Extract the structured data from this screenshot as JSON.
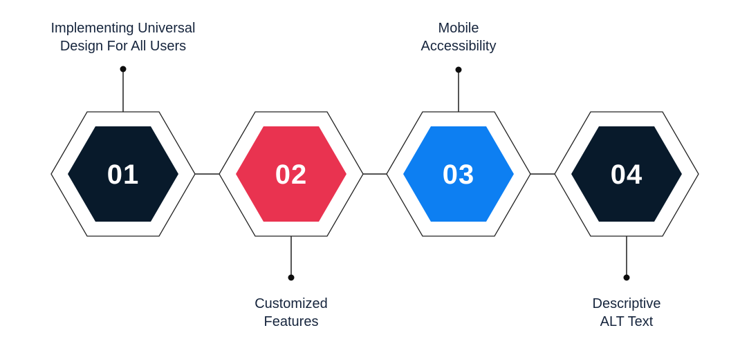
{
  "diagram": {
    "background": "#ffffff",
    "line_color": "#1c1c1c",
    "dot_color": "#0d0d0d",
    "outline_color": "#232323",
    "label_color": "#15243c",
    "number_color": "#ffffff",
    "steps": [
      {
        "number": "01",
        "label": "Implementing Universal Design For All Users",
        "label_lines": [
          "Implementing Universal",
          "Design For All Users"
        ],
        "label_position": "top",
        "fill": "#081a2b"
      },
      {
        "number": "02",
        "label": "Customized Features",
        "label_lines": [
          "Customized",
          "Features"
        ],
        "label_position": "bottom",
        "fill": "#e93350"
      },
      {
        "number": "03",
        "label": "Mobile Accessibility",
        "label_lines": [
          "Mobile",
          "Accessibility"
        ],
        "label_position": "top",
        "fill": "#0d7ff2"
      },
      {
        "number": "04",
        "label": "Descriptive ALT Text",
        "label_lines": [
          "Descriptive",
          "ALT Text"
        ],
        "label_position": "bottom",
        "fill": "#081a2b"
      }
    ]
  }
}
